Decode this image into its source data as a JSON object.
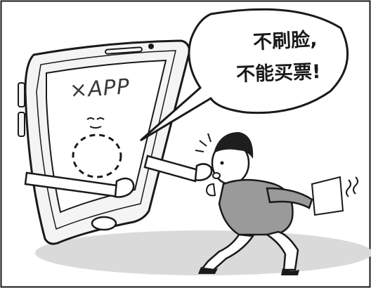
{
  "phone": {
    "screen_text": "×APP"
  },
  "speech_bubble": {
    "line1": "不刷脸,",
    "line2": "不能买票!"
  },
  "colors": {
    "ink": "#1a1a1a",
    "shadow": "#dadada",
    "phone_fill": "#f4f4f4",
    "screen_fill": "#ffffff",
    "shirt": "#9a9a9a",
    "hair": "#1e1e1e"
  }
}
